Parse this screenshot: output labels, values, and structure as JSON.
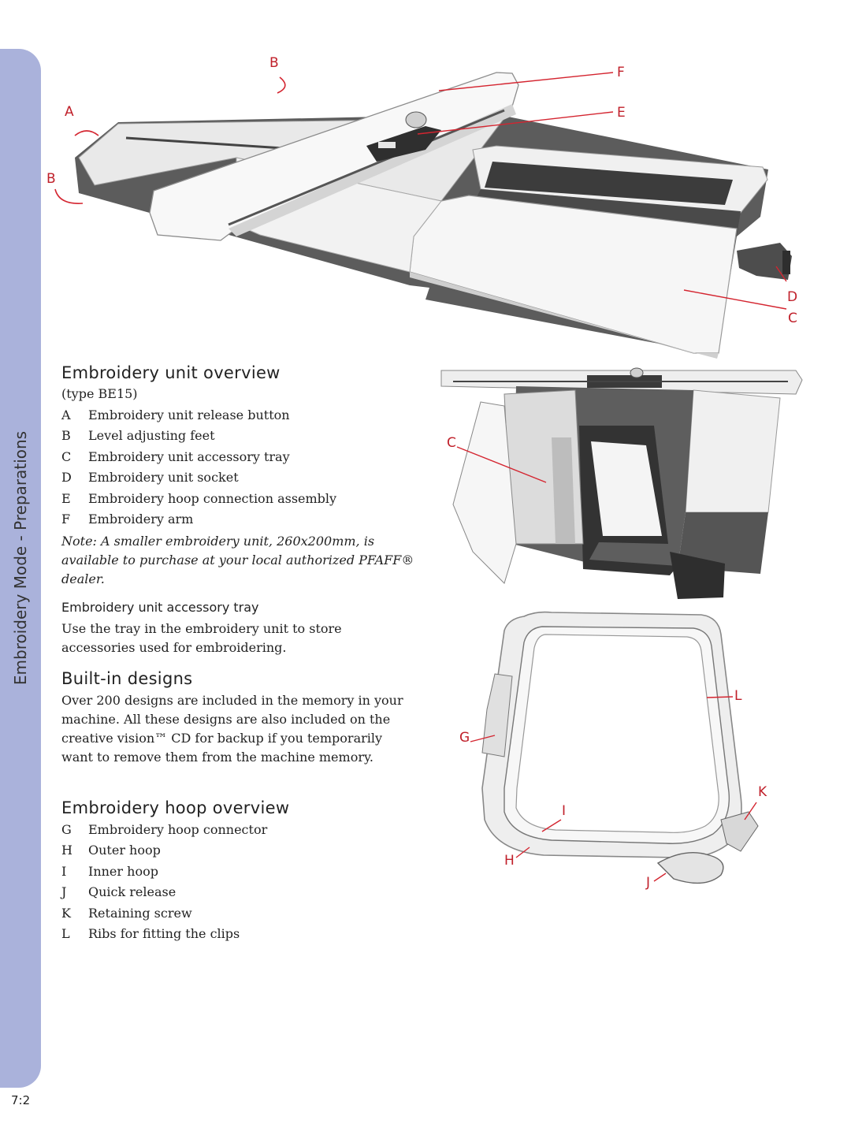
{
  "side_tab": {
    "label": "Embroidery Mode - Preparations"
  },
  "page_number": "7:2",
  "figure_unit": {
    "callouts": {
      "b_top": "B",
      "a": "A",
      "b_left": "B",
      "f": "F",
      "e": "E",
      "d": "D",
      "c": "C"
    }
  },
  "figure_tray": {
    "callouts": {
      "c": "C"
    }
  },
  "figure_hoop": {
    "callouts": {
      "l": "L",
      "g": "G",
      "k": "K",
      "i": "I",
      "h": "H",
      "j": "J"
    }
  },
  "unit_overview": {
    "heading": "Embroidery unit overview",
    "type": "(type BE15)",
    "items": [
      {
        "letter": "A",
        "text": "Embroidery unit release button"
      },
      {
        "letter": "B",
        "text": "Level adjusting feet"
      },
      {
        "letter": "C",
        "text": "Embroidery unit accessory tray"
      },
      {
        "letter": "D",
        "text": "Embroidery unit socket"
      },
      {
        "letter": "E",
        "text": "Embroidery hoop connection assembly"
      },
      {
        "letter": "F",
        "text": "Embroidery arm"
      }
    ],
    "note": "Note: A smaller embroidery unit, 260x200mm, is available to purchase at your local authorized PFAFF® dealer."
  },
  "accessory_tray": {
    "heading": "Embroidery unit accessory tray",
    "text": "Use the tray in the embroidery unit to store accessories used for embroidering."
  },
  "built_in": {
    "heading": "Built-in designs",
    "text": "Over 200 designs are included in the memory in your machine. All these designs are also included on the creative vision™ CD for backup if you temporarily want to remove them from the machine memory."
  },
  "hoop_overview": {
    "heading": "Embroidery hoop overview",
    "items": [
      {
        "letter": "G",
        "text": "Embroidery hoop connector"
      },
      {
        "letter": "H",
        "text": "Outer hoop"
      },
      {
        "letter": "I",
        "text": "Inner hoop"
      },
      {
        "letter": "J",
        "text": "Quick release"
      },
      {
        "letter": "K",
        "text": "Retaining screw"
      },
      {
        "letter": "L",
        "text": "Ribs for fitting the clips"
      }
    ]
  }
}
